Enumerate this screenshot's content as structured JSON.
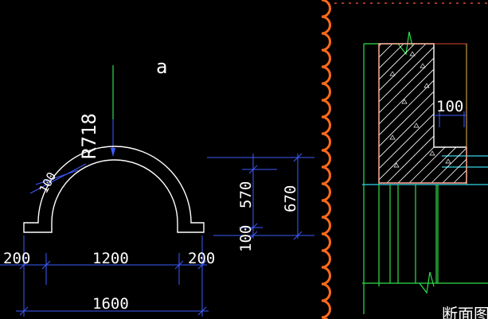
{
  "canvas": {
    "background": "#000000"
  },
  "colors": {
    "outline": "#ffffff",
    "dimension": "#3d5cff",
    "axis": "#2fe04a",
    "break_line": "#ff6a1a",
    "section_line": "#ff5a3c",
    "guide": "#33d6e8"
  },
  "labels": {
    "a": "a",
    "radius": "R718",
    "dim_200_left": "200",
    "dim_1200": "1200",
    "dim_200_right": "200",
    "dim_1600": "1600",
    "dim_570": "570",
    "dim_670": "670",
    "dim_100_vertical": "100",
    "dim_100_section": "100",
    "dim_100_leader": "100",
    "caption_partial": "断面图"
  }
}
